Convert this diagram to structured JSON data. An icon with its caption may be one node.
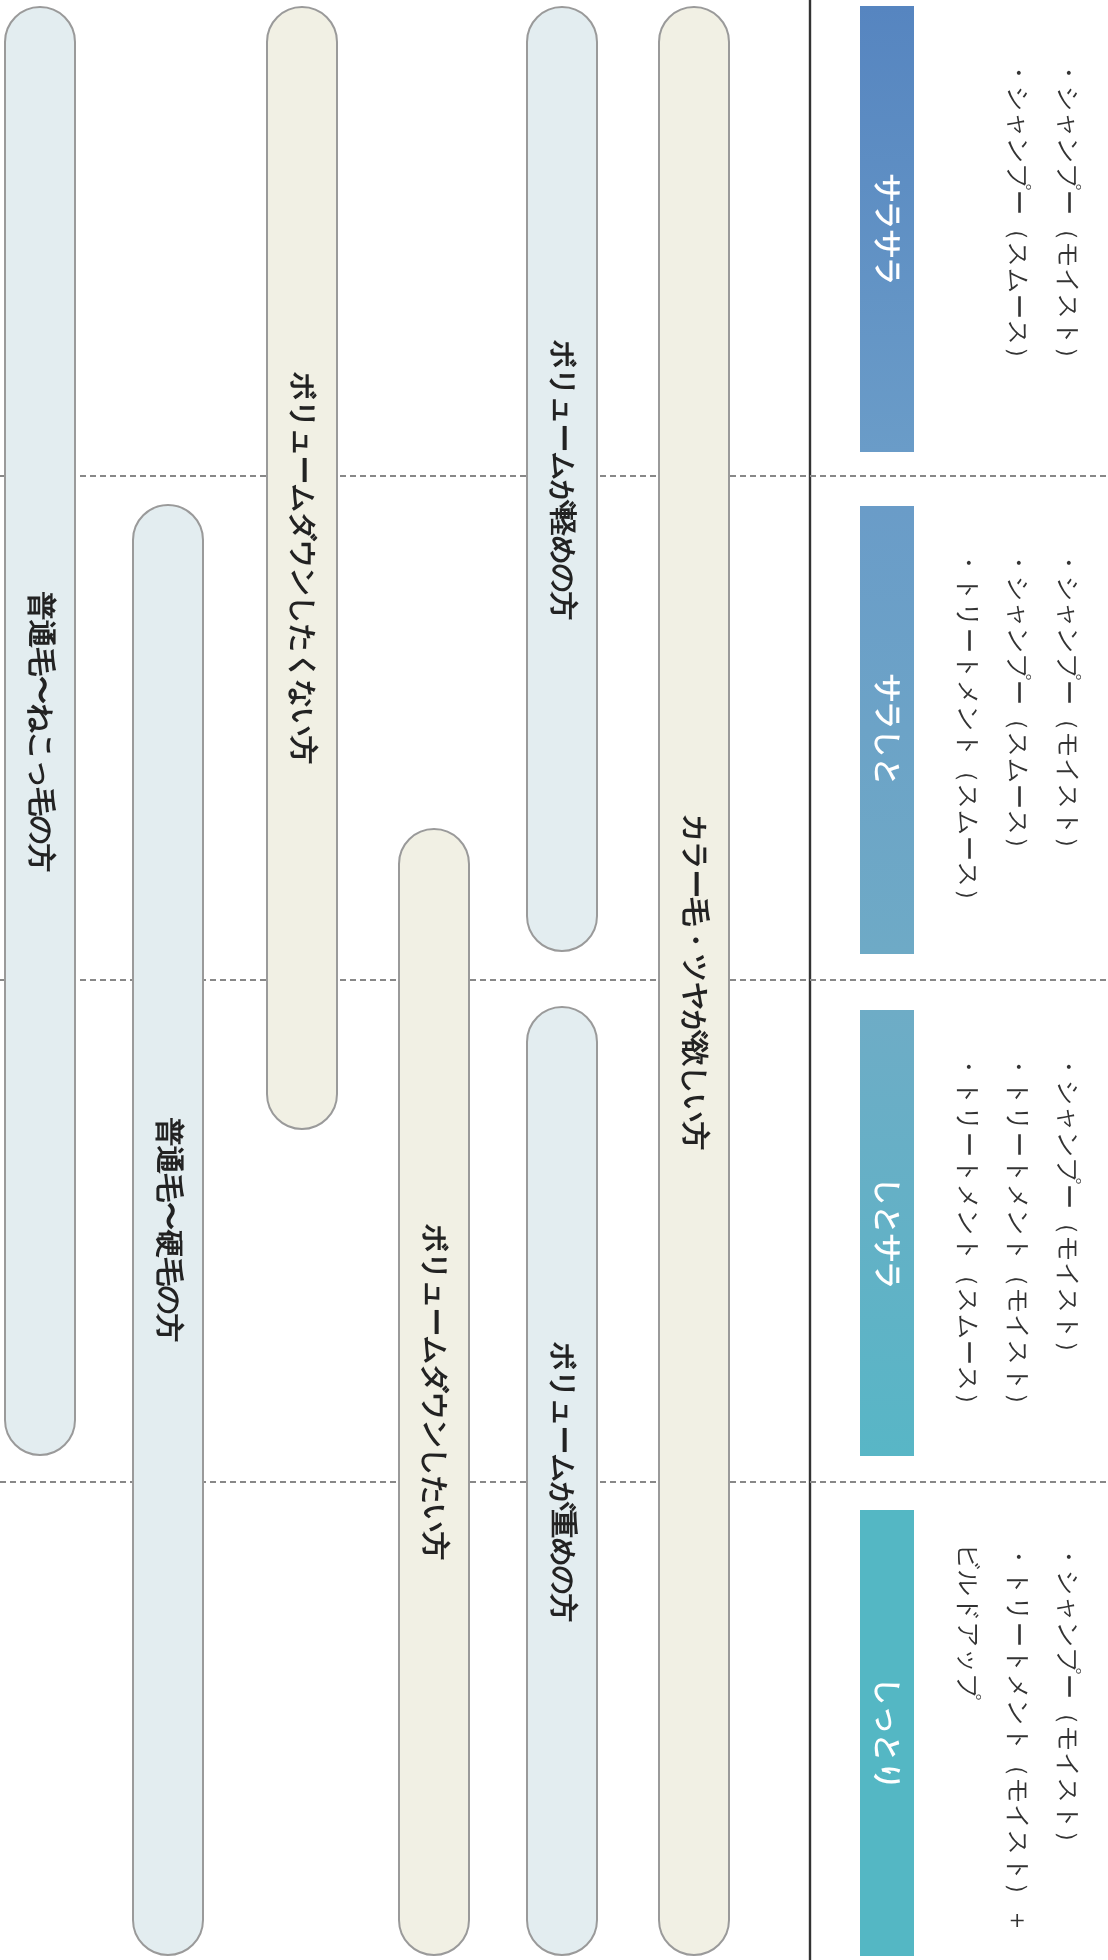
{
  "diagram": {
    "nodes": [
      {
        "text": [
          "サラサラ"
        ]
      },
      {
        "text": [
          "サラしと"
        ]
      },
      {
        "text": [
          "しとサラ"
        ]
      },
      {
        "text": [
          "しっとり"
        ]
      },
      {
        "text": [
          "カラー毛・ツヤが欲しい方"
        ]
      },
      {
        "text": [
          "ボリュームが軽めの方"
        ]
      },
      {
        "text": [
          "ボリュームが重めの方"
        ]
      },
      {
        "text": [
          "ボリュームダウンしたい方"
        ]
      },
      {
        "text": [
          "ボリュームダウンしたくない方"
        ]
      },
      {
        "text": [
          "普通毛〜硬毛の方"
        ]
      },
      {
        "text": [
          "普通毛〜ねこっ毛の方"
        ]
      }
    ],
    "edges": [],
    "labels": [
      "・シャンプー（モイスト）",
      "・シャンプー（スムース）",
      "・シャンプー（モイスト）",
      "・シャンプー（スムース）",
      "・トリートメント（スムース）",
      "・シャンプー（モイスト）",
      "・トリートメント（モイスト）",
      "・トリートメント（スムース）",
      "・シャンプー（モイスト）",
      "・トリートメント（モイスト）＋ビルドアップ"
    ]
  }
}
